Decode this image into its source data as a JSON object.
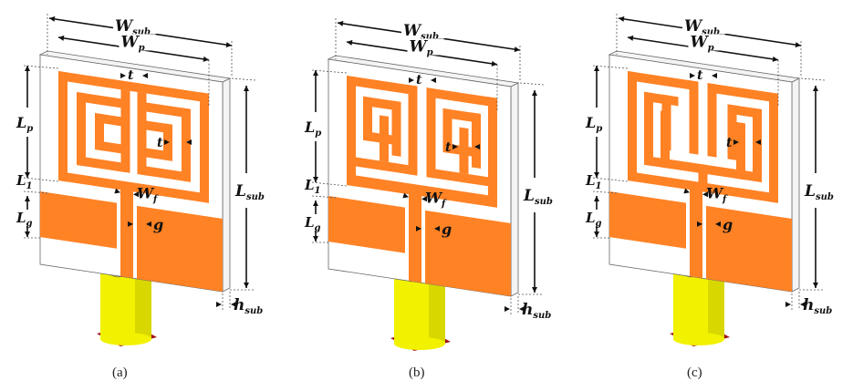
{
  "figure": {
    "panels": [
      {
        "id": "a",
        "caption": "(a)",
        "patch_style": "interlocked C-shaped spiral resonators",
        "labels": {
          "w_sub": "W",
          "w_sub_sub": "sub",
          "w_p": "W",
          "w_p_sub": "p",
          "t_top": "t",
          "t_inner": "t",
          "l_p": "L",
          "l_p_sub": "p",
          "l_1": "L",
          "l_1_sub": "1",
          "l_g": "L",
          "l_g_sub": "g",
          "w_f": "W",
          "w_f_sub": "f",
          "g": "g",
          "l_sub": "L",
          "l_sub_sub": "sub",
          "h_sub": "h",
          "h_sub_sub": "sub"
        }
      },
      {
        "id": "b",
        "caption": "(b)",
        "patch_style": "double square spiral resonators",
        "labels": {
          "w_sub": "W",
          "w_sub_sub": "sub",
          "w_p": "W",
          "w_p_sub": "p",
          "t_top": "t",
          "t_inner": "t",
          "l_p": "L",
          "l_p_sub": "p",
          "l_1": "L",
          "l_1_sub": "1",
          "l_g": "L",
          "l_g_sub": "g",
          "w_f": "W",
          "w_f_sub": "f",
          "g": "g",
          "l_sub": "L",
          "l_sub_sub": "sub",
          "h_sub": "h",
          "h_sub_sub": "sub"
        }
      },
      {
        "id": "c",
        "caption": "(c)",
        "patch_style": "double meander-line resonators",
        "labels": {
          "w_sub": "W",
          "w_sub_sub": "sub",
          "w_p": "W",
          "w_p_sub": "p",
          "t_top": "t",
          "t_inner": "t",
          "l_p": "L",
          "l_p_sub": "p",
          "l_1": "L",
          "l_1_sub": "1",
          "l_g": "L",
          "l_g_sub": "g",
          "w_f": "W",
          "w_f_sub": "f",
          "g": "g",
          "l_sub": "L",
          "l_sub_sub": "sub",
          "h_sub": "h",
          "h_sub_sub": "sub"
        }
      }
    ],
    "colors": {
      "copper": "#ff8225",
      "substrate": "#ffffff",
      "connector": "#f2f200",
      "connector_shade": "#b8b800",
      "port": "#a01010"
    }
  }
}
